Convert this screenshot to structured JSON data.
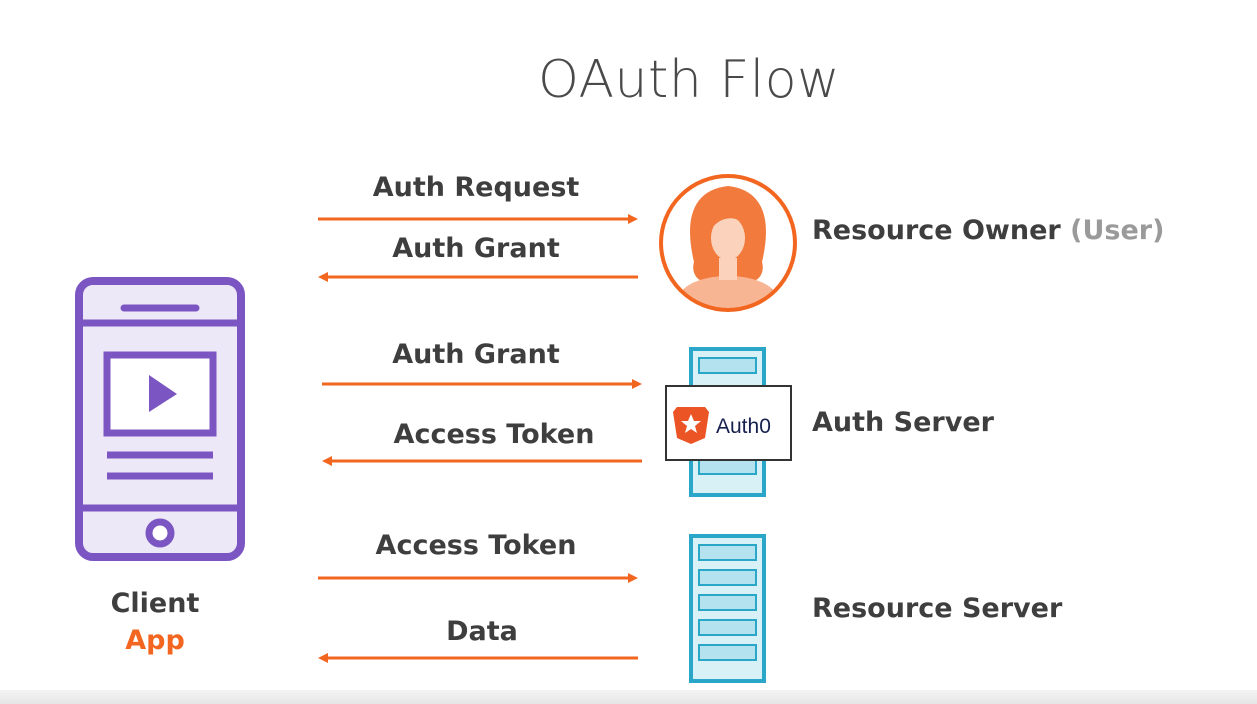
{
  "title": "OAuth Flow",
  "client": {
    "line1": "Client",
    "line2": "App"
  },
  "arrows": {
    "auth_request": "Auth Request",
    "auth_grant_1": "Auth Grant",
    "auth_grant_2": "Auth Grant",
    "access_token_1": "Access Token",
    "access_token_2": "Access Token",
    "data": "Data"
  },
  "entities": {
    "resource_owner": "Resource Owner",
    "resource_owner_suffix": "(User)",
    "auth_server": "Auth Server",
    "auth_logo_text": "Auth0",
    "resource_server": "Resource Server"
  },
  "colors": {
    "arrow": "#f2661f",
    "phone": "#7b56c2",
    "phone_fill": "#ede8f7",
    "server": "#2aa7c8",
    "server_fill": "#d8f1f7",
    "auth0_red": "#eb5424",
    "auth0_navy": "#16214d",
    "text": "#3e3e3e",
    "title": "#4a4a4a"
  }
}
